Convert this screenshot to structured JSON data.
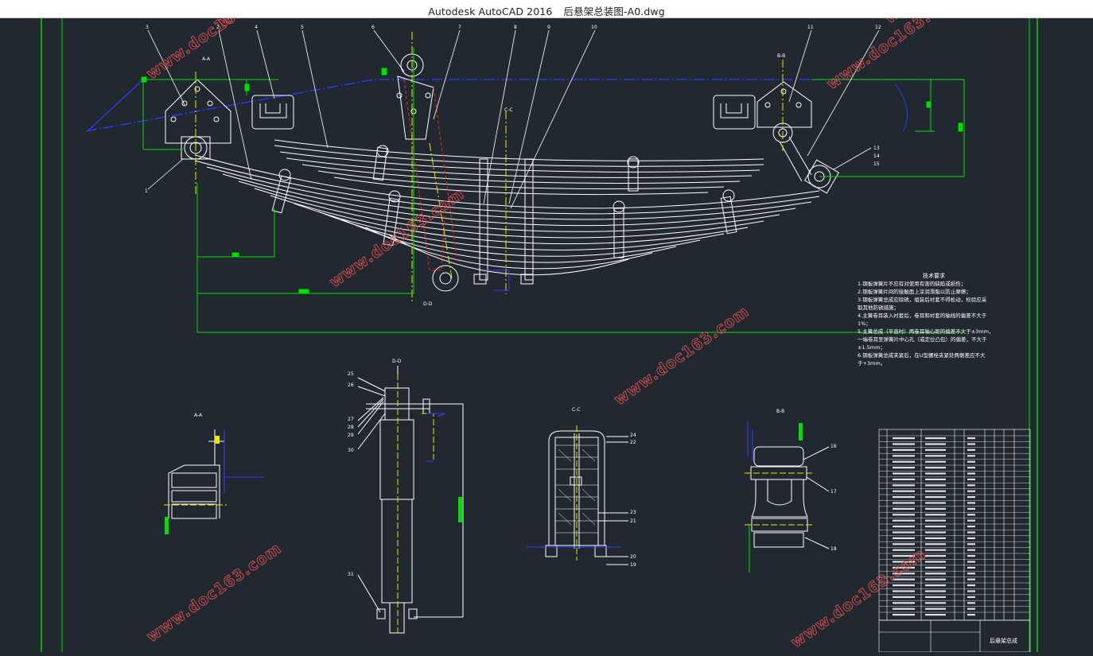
{
  "window": {
    "app_name": "Autodesk AutoCAD 2016",
    "file_name": "后悬架总装图-A0.dwg"
  },
  "drawing": {
    "tech_req": {
      "title": "技术要求",
      "lines": [
        "1.钢板弹簧片不应有对使用有害的缺陷或损伤；",
        "2.钢板弹簧片间的接触面上涂润滑脂以防止摩擦；",
        "3.钢板弹簧总成应除锈，组装后衬套不得松动，检验应采",
        "取其他防锈措施；",
        "4.主簧卷耳装入衬套后，卷耳和衬套的轴线的偏差不大于",
        "1%；",
        "5.主簧总成（平直时）两卷耳轴心距的偏差不大于±3mm，",
        "一端卷耳至弹簧片中心孔（或定位凸包）的偏差，不大于",
        "±1.5mm；",
        "6.钢板弹簧总成夹紧后，在U型螺栓夹紧处两侧差应不大",
        "于+3mm。"
      ]
    },
    "part_numbers": [
      "1",
      "2",
      "3",
      "4",
      "5",
      "6",
      "7",
      "8",
      "9",
      "10",
      "11",
      "12",
      "13",
      "14",
      "15",
      "16",
      "17",
      "18",
      "19",
      "20",
      "21",
      "22",
      "23",
      "24",
      "25",
      "26",
      "27",
      "28",
      "29",
      "30",
      "31"
    ],
    "section_labels": [
      "A-A",
      "B-B",
      "C-C",
      "D-D"
    ],
    "title_block": {
      "name": "后悬架总成"
    },
    "watermark": "www.doc163.com"
  }
}
